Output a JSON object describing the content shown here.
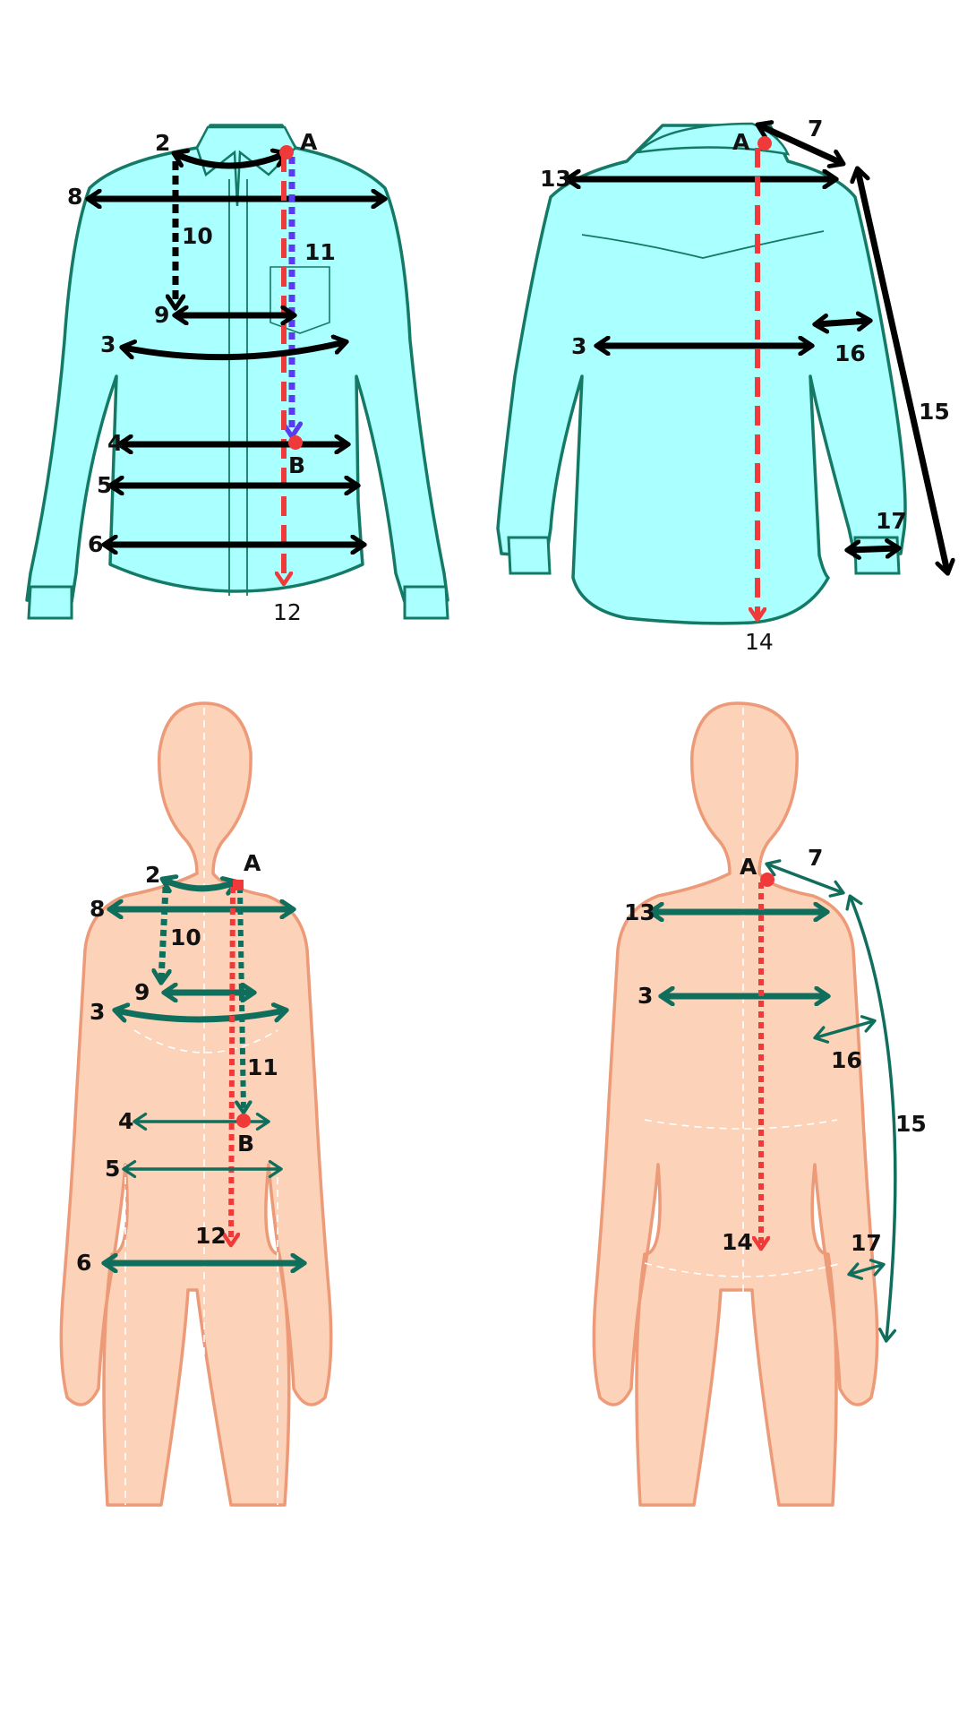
{
  "colors": {
    "shirt_fill": "#aaffff",
    "shirt_stroke": "#147a66",
    "body_fill": "#fcd2b8",
    "body_stroke": "#ec9a78",
    "arrow_black": "#000000",
    "arrow_green": "#0f6e5c",
    "center_line": "#f03a3a",
    "shirt_line_11": "#5a3cf0",
    "point": "#f03a3a"
  },
  "shirt_front": {
    "point_a": "A",
    "point_b": "B",
    "m2": "2",
    "m8": "8",
    "m10": "10",
    "m11": "11",
    "m9": "9",
    "m3": "3",
    "m4": "4",
    "m5": "5",
    "m6": "6",
    "m12": "12"
  },
  "shirt_back": {
    "point_a": "A",
    "m7": "7",
    "m13": "13",
    "m3": "3",
    "m16": "16",
    "m15": "15",
    "m17": "17",
    "m14": "14"
  },
  "body_front": {
    "point_a": "A",
    "point_b": "B",
    "m2": "2",
    "m8": "8",
    "m10": "10",
    "m9": "9",
    "m3": "3",
    "m11": "11",
    "m4": "4",
    "m5": "5",
    "m12": "12",
    "m6": "6"
  },
  "body_back": {
    "point_a": "A",
    "m7": "7",
    "m13": "13",
    "m3": "3",
    "m16": "16",
    "m15": "15",
    "m14": "14",
    "m17": "17"
  }
}
